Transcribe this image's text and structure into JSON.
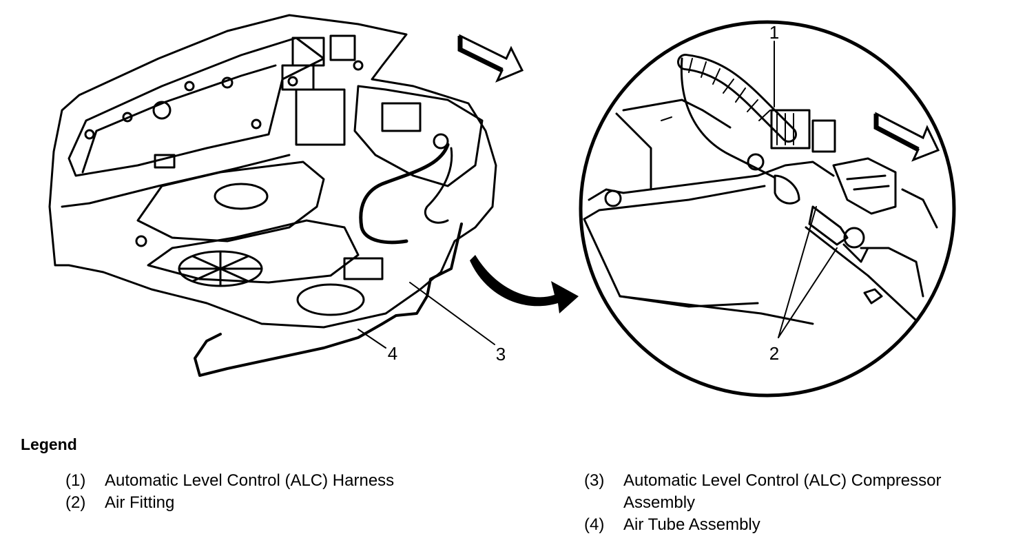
{
  "callouts": {
    "c1": "1",
    "c2": "2",
    "c3": "3",
    "c4": "4"
  },
  "legend": {
    "title": "Legend",
    "items": [
      {
        "num": "(1)",
        "text": "Automatic Level Control (ALC) Harness"
      },
      {
        "num": "(2)",
        "text": "Air Fitting"
      },
      {
        "num": "(3)",
        "text": "Automatic Level Control (ALC) Compressor Assembly"
      },
      {
        "num": "(4)",
        "text": "Air Tube Assembly"
      }
    ]
  }
}
